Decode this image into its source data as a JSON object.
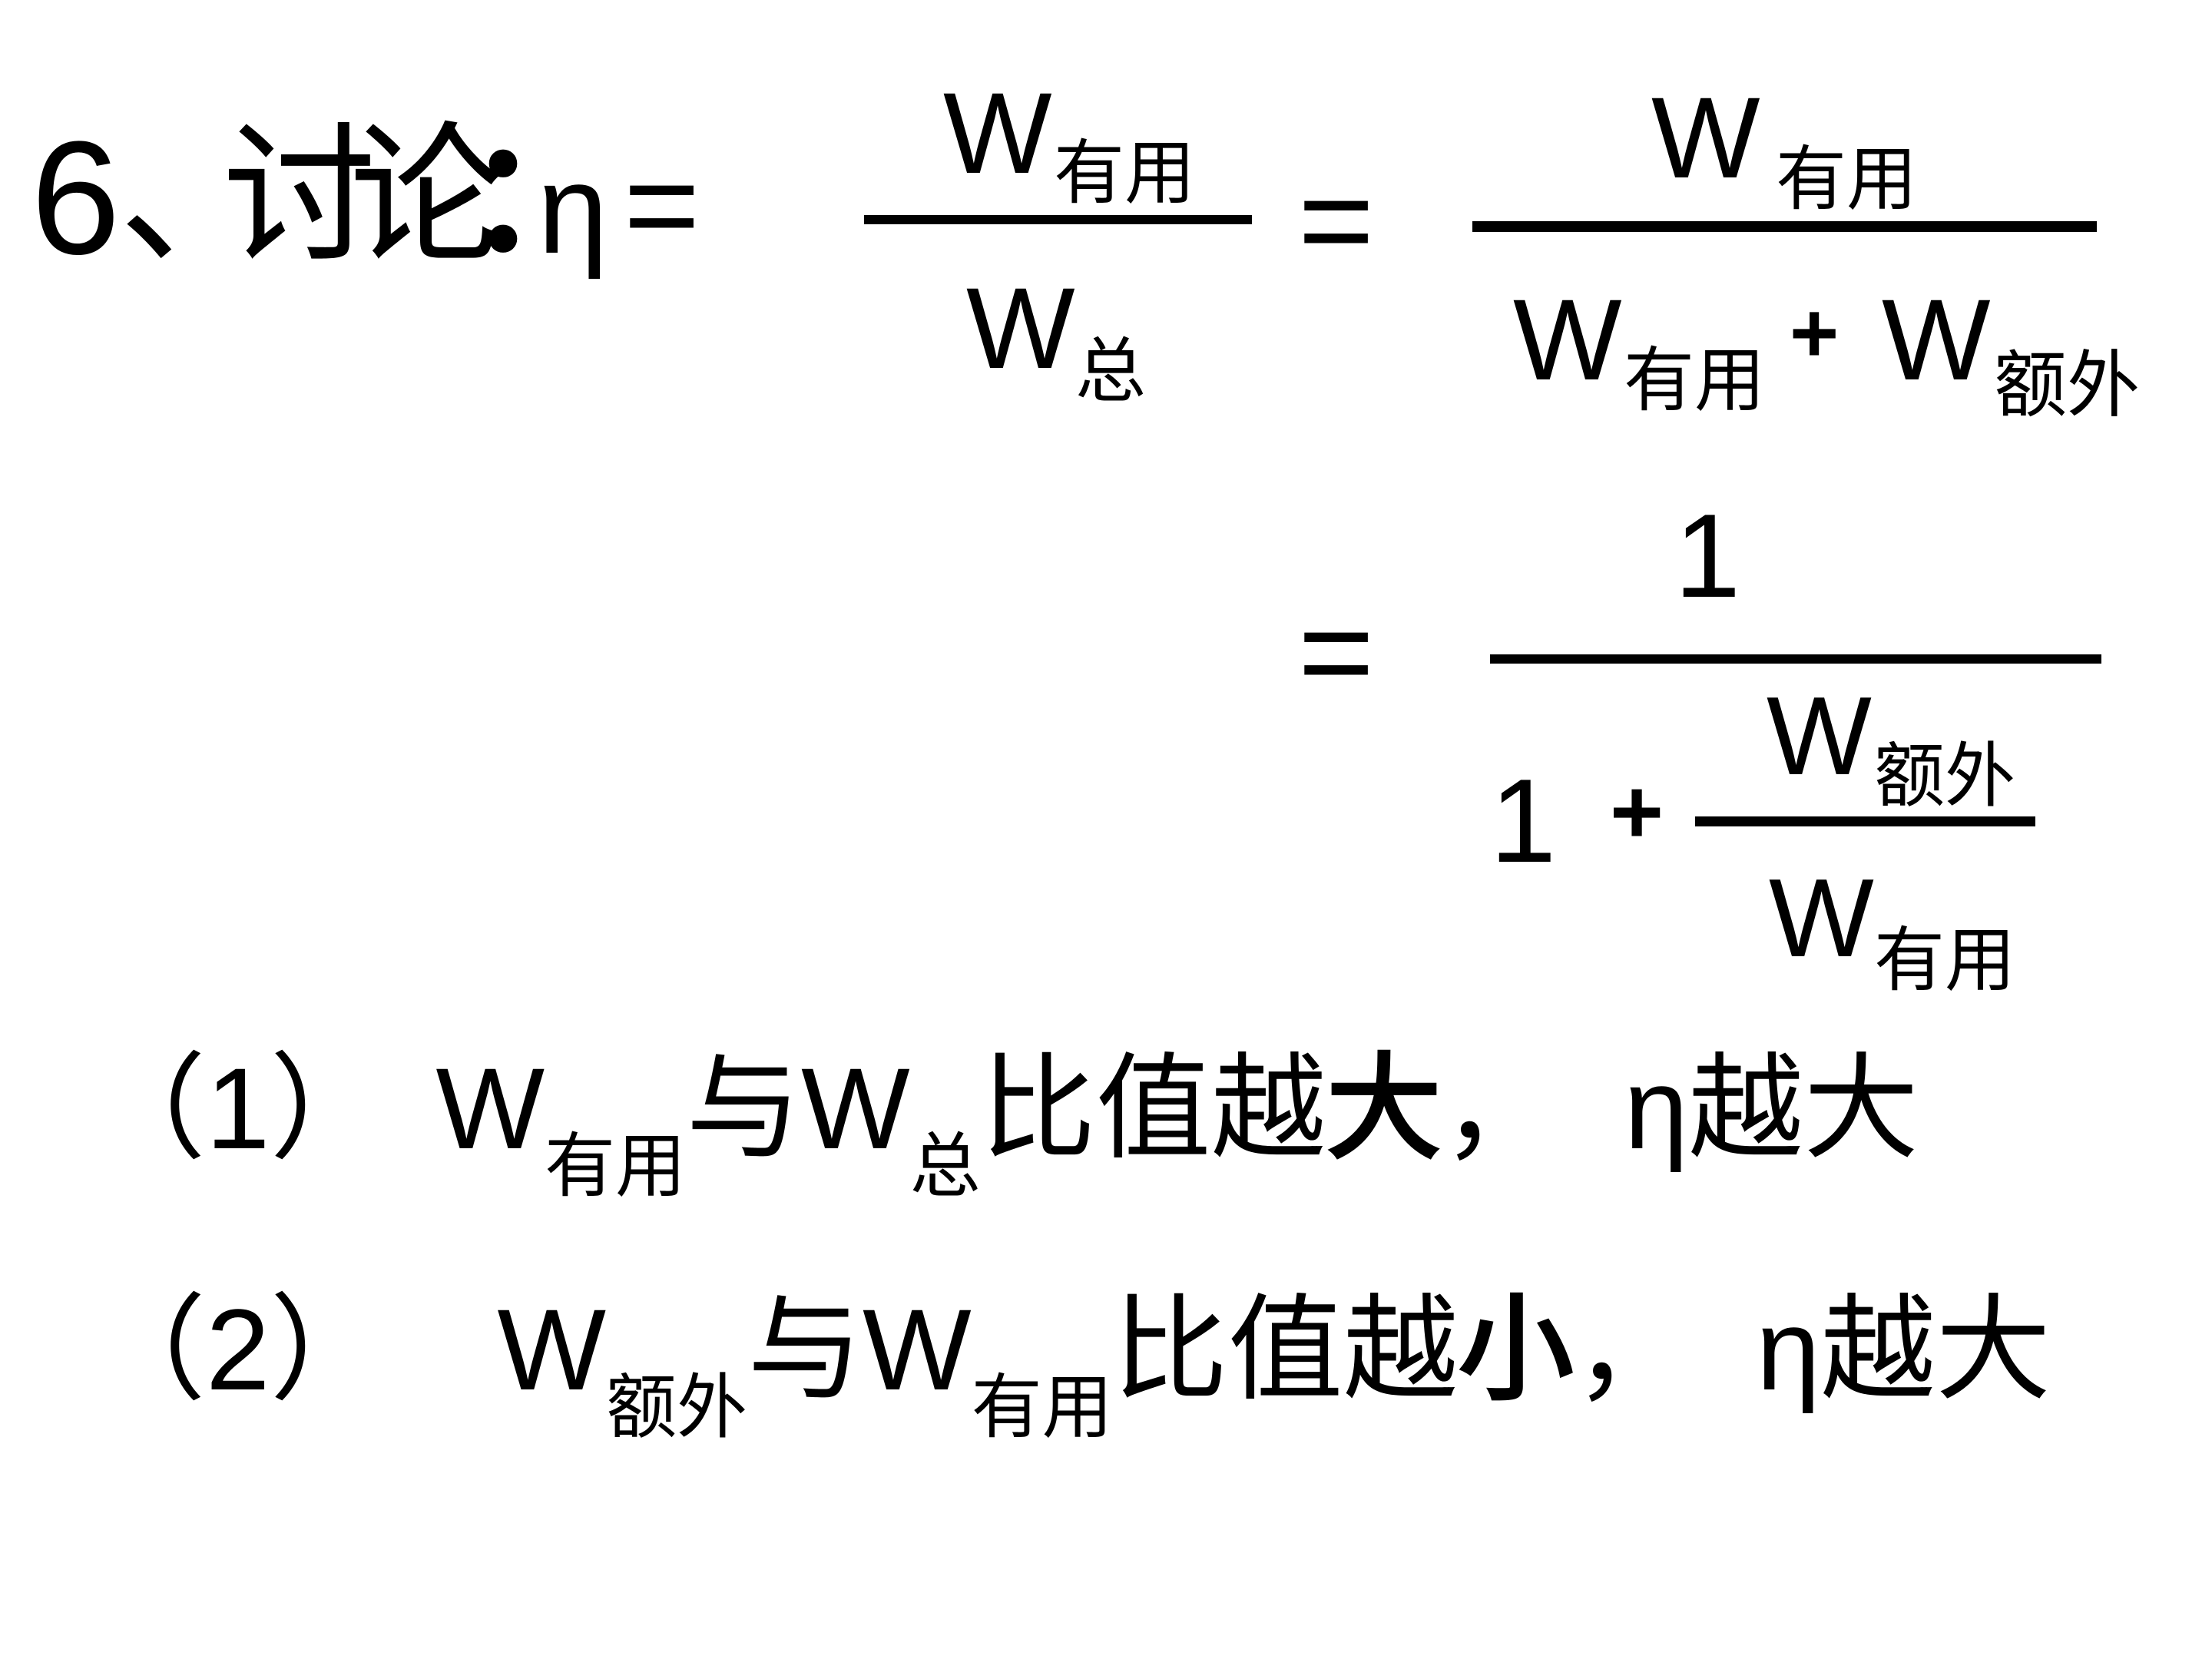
{
  "slide": {
    "background": "#ffffff",
    "text_color": "#000000",
    "title": {
      "number": "6",
      "enumeration_comma": "、",
      "text": "讨论",
      "colon": "："
    },
    "formula": {
      "eta": "η",
      "equals": "=",
      "plus": "+",
      "one": "1",
      "work_symbol": "W",
      "sub_useful": "有用",
      "sub_total": "总",
      "sub_extra": "额外"
    },
    "points": [
      {
        "open": "（",
        "number": "1",
        "close": "）",
        "first_w": "W",
        "first_sub": "有用",
        "with_word": "与",
        "second_w": "W",
        "second_sub": "总",
        "phrase": "比值越",
        "emphasis": "大",
        "comma": "，",
        "eta": "η",
        "suffix": "越大"
      },
      {
        "open": "（",
        "number": "2",
        "close": "）",
        "first_w": "W",
        "first_sub": "额外",
        "with_word": "与",
        "second_w": "W",
        "second_sub": "有用",
        "phrase": "比值越",
        "emphasis": "小",
        "comma": "，",
        "eta": "η",
        "suffix": "越大"
      }
    ]
  }
}
